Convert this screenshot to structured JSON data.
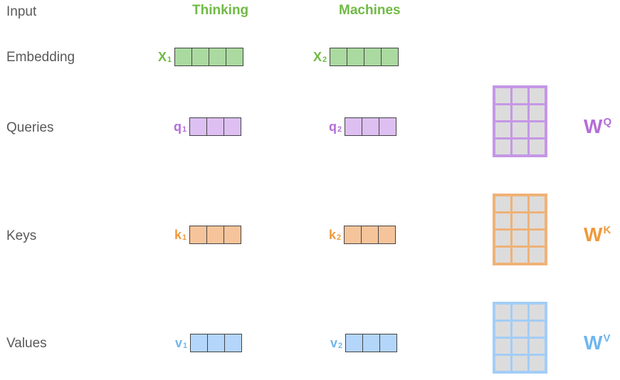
{
  "rows": {
    "input": "Input",
    "embedding": "Embedding",
    "queries": "Queries",
    "keys": "Keys",
    "values": "Values"
  },
  "words": [
    "Thinking",
    "Machines"
  ],
  "vectors": {
    "x1": {
      "base": "X",
      "sub": "1"
    },
    "x2": {
      "base": "X",
      "sub": "2"
    },
    "q1": {
      "base": "q",
      "sub": "1"
    },
    "q2": {
      "base": "q",
      "sub": "2"
    },
    "k1": {
      "base": "k",
      "sub": "1"
    },
    "k2": {
      "base": "k",
      "sub": "2"
    },
    "v1": {
      "base": "v",
      "sub": "1"
    },
    "v2": {
      "base": "v",
      "sub": "2"
    }
  },
  "weights": {
    "wq": {
      "base": "W",
      "sup": "Q"
    },
    "wk": {
      "base": "W",
      "sup": "K"
    },
    "wv": {
      "base": "W",
      "sup": "V"
    }
  },
  "colors": {
    "input_green": "#70ba45",
    "query_purple": "#b46ed8",
    "key_orange": "#ef9a3c",
    "value_blue": "#6fb6ee",
    "label_gray": "#595959"
  }
}
